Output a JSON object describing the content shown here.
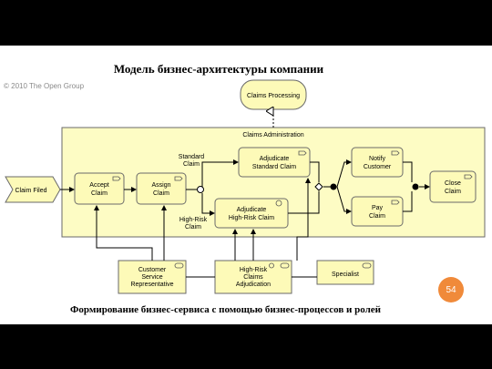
{
  "heading": "Модель бизнес-архитектуры компании",
  "copyright": "© 2010 The Open Group",
  "caption": "Формирование бизнес-сервиса с помощью бизнес-процессов и ролей",
  "page_number": "54",
  "diagram": {
    "service": "Claims Processing",
    "container": "Claims Administration",
    "event": "Claim Filed",
    "processes": {
      "accept": [
        "Accept",
        "Claim"
      ],
      "assign": [
        "Assign",
        "Claim"
      ],
      "adj_std": [
        "Adjudicate",
        "Standard Claim"
      ],
      "adj_hr": [
        "Adjudicate",
        "High-Risk Claim"
      ],
      "notify": [
        "Notify",
        "Customer"
      ],
      "pay": [
        "Pay",
        "Claim"
      ],
      "close": [
        "Close",
        "Claim"
      ]
    },
    "flow_labels": {
      "standard": [
        "Standard",
        "Claim"
      ],
      "high_risk": [
        "High-Risk",
        "Claim"
      ]
    },
    "roles": {
      "csr": [
        "Customer",
        "Service",
        "Representative"
      ],
      "hrca": [
        "High-Risk",
        "Claims",
        "Adjudication"
      ],
      "specialist": [
        "Specialist"
      ]
    },
    "colors": {
      "box": "#fdfab8",
      "container": "#fdfcc4",
      "stroke": "#6a6a6a"
    }
  }
}
